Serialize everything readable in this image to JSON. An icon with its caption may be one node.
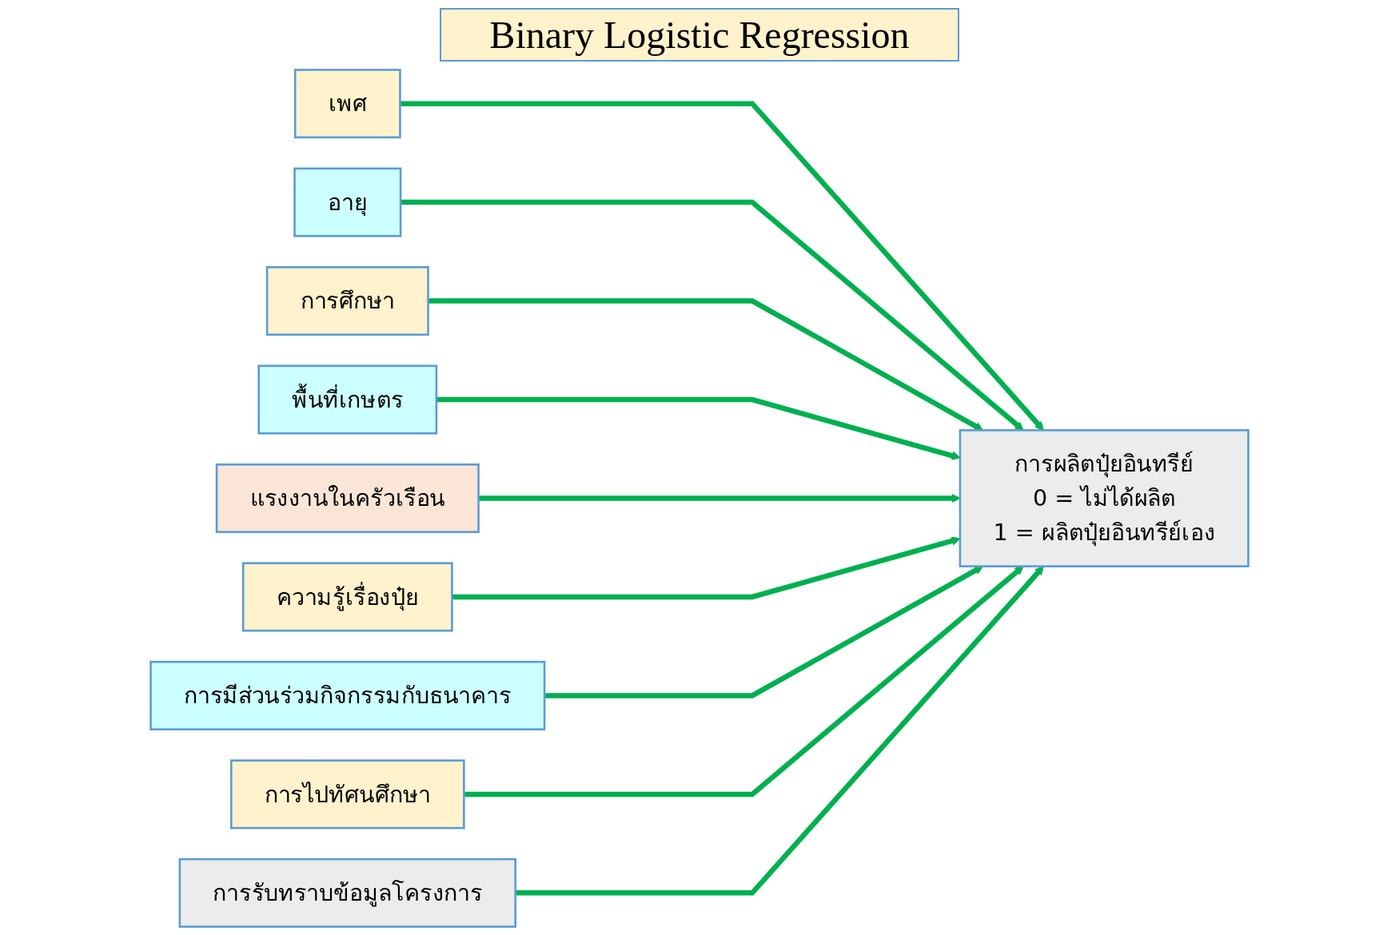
{
  "diagram": {
    "title": "Binary Logistic Regression",
    "nodes": [
      {
        "text": [
          "เพศ"
        ]
      },
      {
        "text": [
          "อายุ"
        ]
      },
      {
        "text": [
          "การศึกษา"
        ]
      },
      {
        "text": [
          "พื้นที่เกษตร"
        ]
      },
      {
        "text": [
          "แรงงานในครัวเรือน"
        ]
      },
      {
        "text": [
          "ความรู้เรื่องปุ๋ย"
        ]
      },
      {
        "text": [
          "การมีส่วนร่วมกิจกรรมกับธนาคาร"
        ]
      },
      {
        "text": [
          "การไปทัศนศึกษา"
        ]
      },
      {
        "text": [
          "การรับทราบข้อมูลโครงการ"
        ]
      },
      {
        "text": [
          "การผลิตปุ๋ยอินทรีย์",
          "0 = ไม่ได้ผลิต",
          "1 = ผลิตปุ๋ยอินทรีย์เอง"
        ]
      }
    ],
    "edges": [
      {
        "from": 0,
        "to": 9,
        "arrow": "to"
      },
      {
        "from": 1,
        "to": 9,
        "arrow": "to"
      },
      {
        "from": 2,
        "to": 9,
        "arrow": "to"
      },
      {
        "from": 3,
        "to": 9,
        "arrow": "to"
      },
      {
        "from": 4,
        "to": 9,
        "arrow": "to"
      },
      {
        "from": 5,
        "to": 9,
        "arrow": "to"
      },
      {
        "from": 6,
        "to": 9,
        "arrow": "to"
      },
      {
        "from": 7,
        "to": 9,
        "arrow": "to"
      },
      {
        "from": 8,
        "to": 9,
        "arrow": "to"
      }
    ]
  }
}
